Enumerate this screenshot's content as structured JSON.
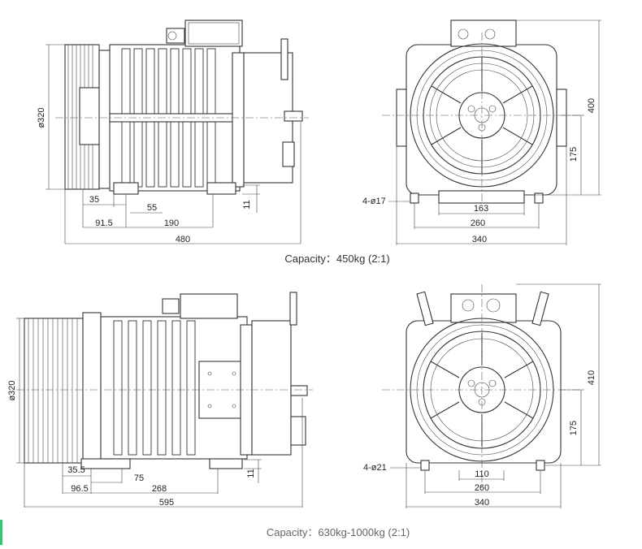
{
  "drawings": [
    {
      "caption": "Capacity：450kg (2:1)",
      "side_view": {
        "dims": {
          "diameter": "ø320",
          "d35": "35",
          "d55": "55",
          "d91": "91.5",
          "d190": "190",
          "d480": "480",
          "d11": "11"
        }
      },
      "front_view": {
        "dims": {
          "holes": "4-ø17",
          "d163": "163",
          "d260": "260",
          "d340": "340",
          "d400": "400",
          "d175": "175"
        }
      }
    },
    {
      "caption": "Capacity：630kg-1000kg (2:1)",
      "side_view": {
        "dims": {
          "diameter": "ø320",
          "d35": "35.5",
          "d75": "75",
          "d96": "96.5",
          "d268": "268",
          "d595": "595",
          "d11": "11"
        }
      },
      "front_view": {
        "dims": {
          "holes": "4-ø21",
          "d110": "110",
          "d260": "260",
          "d340": "340",
          "d410": "410",
          "d175": "175"
        }
      }
    }
  ],
  "colors": {
    "line": "#333333",
    "caption_top": "#333333",
    "caption_bottom": "#666666",
    "accent_corner": "#2ecc71"
  }
}
